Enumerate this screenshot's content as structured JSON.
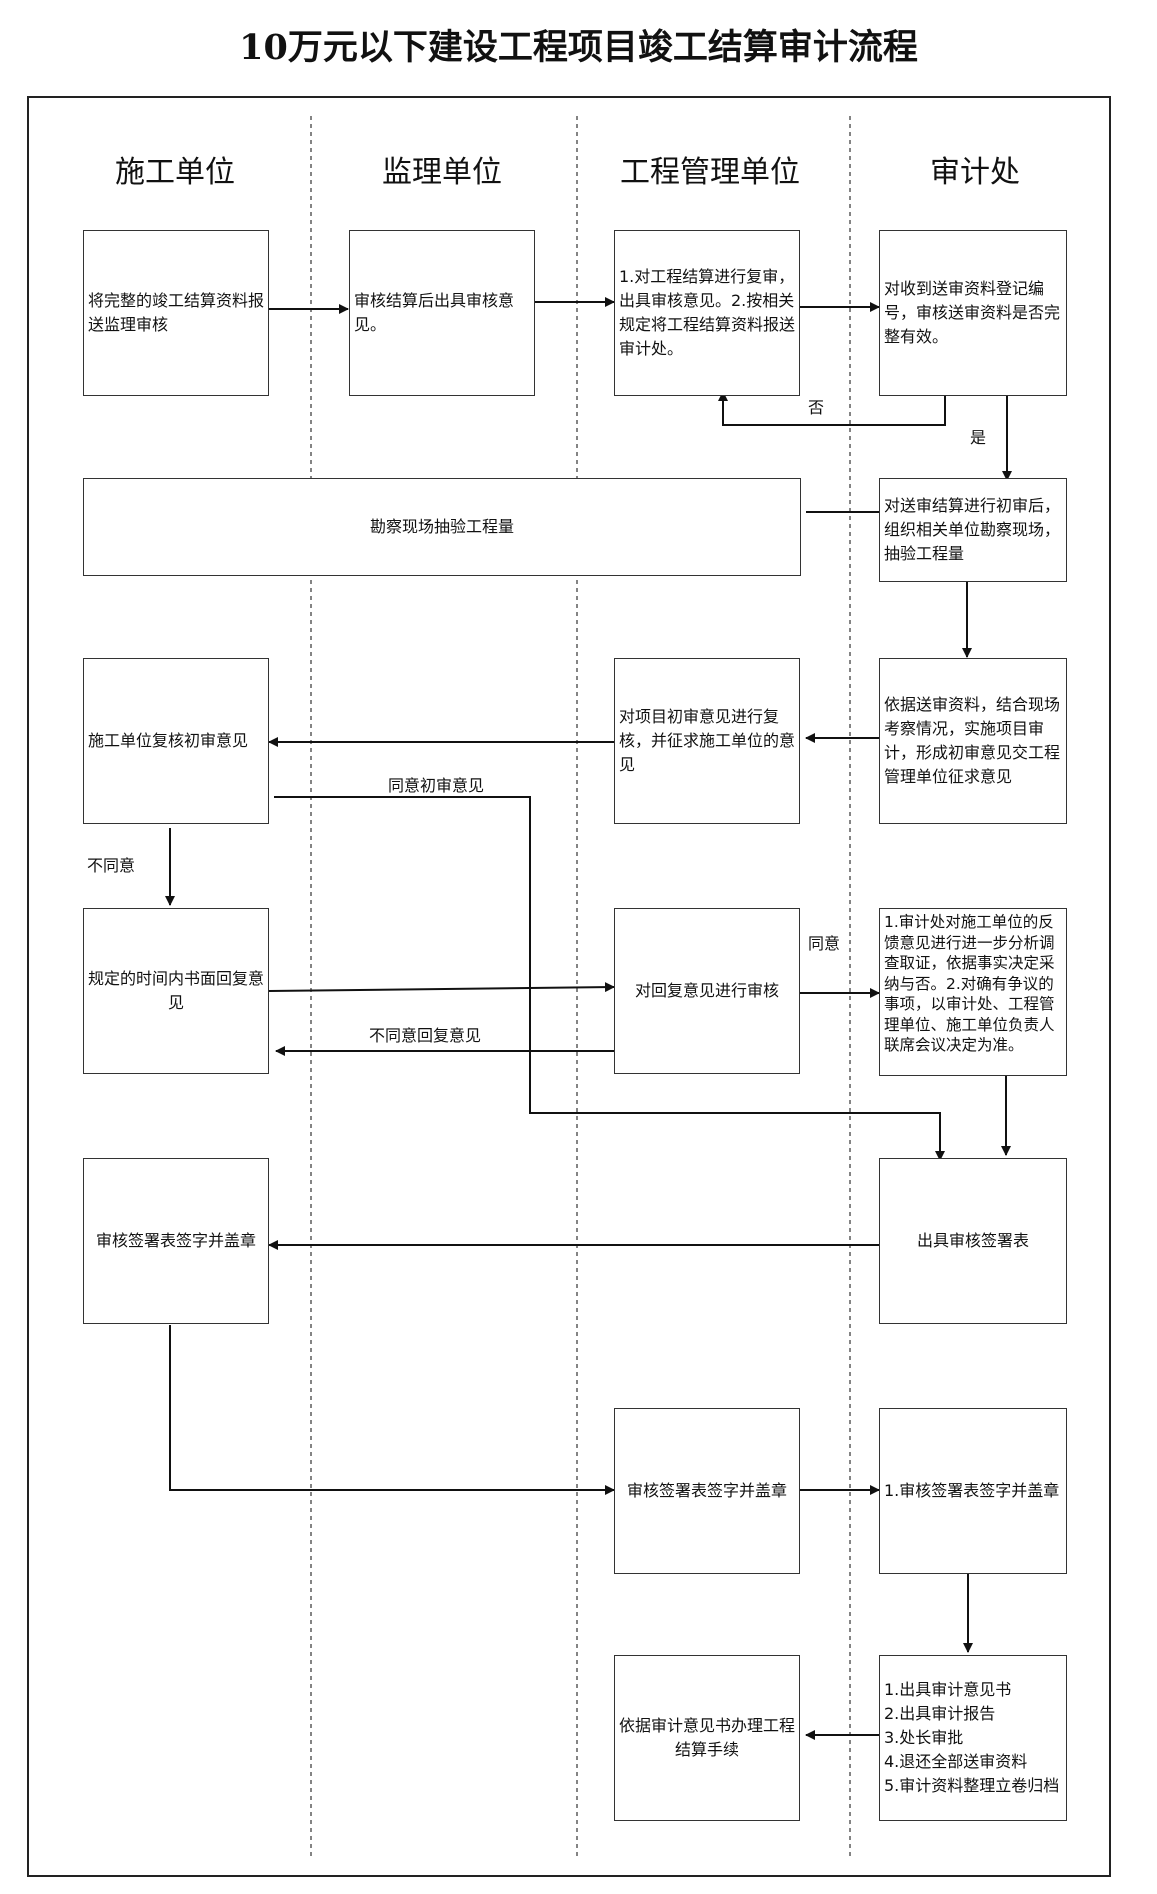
{
  "title": "10万元以下建设工程项目竣工结算审计流程",
  "lanes": [
    "施工单位",
    "监理单位",
    "工程管理单位",
    "审计处"
  ],
  "boxes": {
    "b1": "将完整的竣工结算资料报送监理审核",
    "b2": "审核结算后出具审核意见。",
    "b3": "1.对工程结算进行复审，出具审核意见。2.按相关规定将工程结算资料报送审计处。",
    "b4": "对收到送审资料登记编号，审核送审资料是否完整有效。",
    "b5": "勘察现场抽验工程量",
    "b6": "对送审结算进行初审后，组织相关单位勘察现场，抽验工程量",
    "b7": "施工单位复核初审意见",
    "b8": "对项目初审意见进行复核，并征求施工单位的意见",
    "b9": "依据送审资料，结合现场考察情况，实施项目审计，形成初审意见交工程管理单位征求意见",
    "b10": "规定的时间内书面回复意见",
    "b11": "对回复意见进行审核",
    "b12": "1.审计处对施工单位的反馈意见进行进一步分析调查取证，依据事实决定采纳与否。2.对确有争议的事项，以审计处、工程管理单位、施工单位负责人联席会议决定为准。",
    "b13": "审核签署表签字并盖章",
    "b14": "出具审核签署表",
    "b15": "审核签署表签字并盖章",
    "b16": "1.审核签署表签字并盖章",
    "b17": "依据审计意见书办理工程结算手续",
    "b18": "1.出具审计意见书\n2.出具审计报告\n3.处长审批\n4.退还全部送审资料\n5.审计资料整理立卷归档"
  },
  "labels": {
    "no": "否",
    "yes": "是",
    "agree_initial": "同意初审意见",
    "disagree": "不同意",
    "agree": "同意",
    "disagree_reply": "不同意回复意见"
  }
}
